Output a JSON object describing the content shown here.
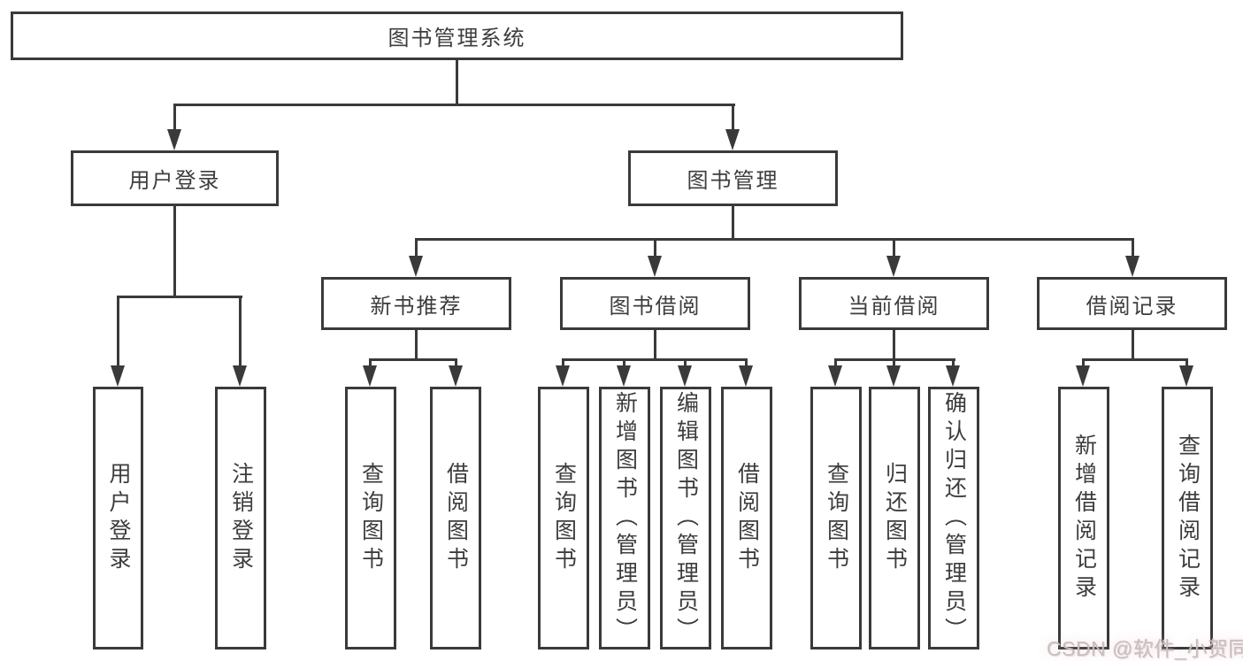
{
  "diagram_type": "hierarchy",
  "tree": {
    "label": "图书管理系统",
    "children": [
      {
        "label": "用户登录",
        "children": [
          {
            "label": "用户登录"
          },
          {
            "label": "注销登录"
          }
        ]
      },
      {
        "label": "图书管理",
        "children": [
          {
            "label": "新书推荐",
            "children": [
              {
                "label": "查询图书"
              },
              {
                "label": "借阅图书"
              }
            ]
          },
          {
            "label": "图书借阅",
            "children": [
              {
                "label": "查询图书"
              },
              {
                "label": "新增图书（管理员）"
              },
              {
                "label": "编辑图书（管理员）"
              },
              {
                "label": "借阅图书"
              }
            ]
          },
          {
            "label": "当前借阅",
            "children": [
              {
                "label": "查询图书"
              },
              {
                "label": "归还图书"
              },
              {
                "label": "确认归还（管理员）"
              }
            ]
          },
          {
            "label": "借阅记录",
            "children": [
              {
                "label": "新增借阅记录"
              },
              {
                "label": "查询借阅记录"
              }
            ]
          }
        ]
      }
    ]
  },
  "watermark": {
    "text": "CSDN @软件_小贺同学"
  },
  "colors": {
    "line": "#3a3a3a",
    "text": "#3d3d3d",
    "background": "#ffffff",
    "watermark_text": "#c6bfc0"
  }
}
